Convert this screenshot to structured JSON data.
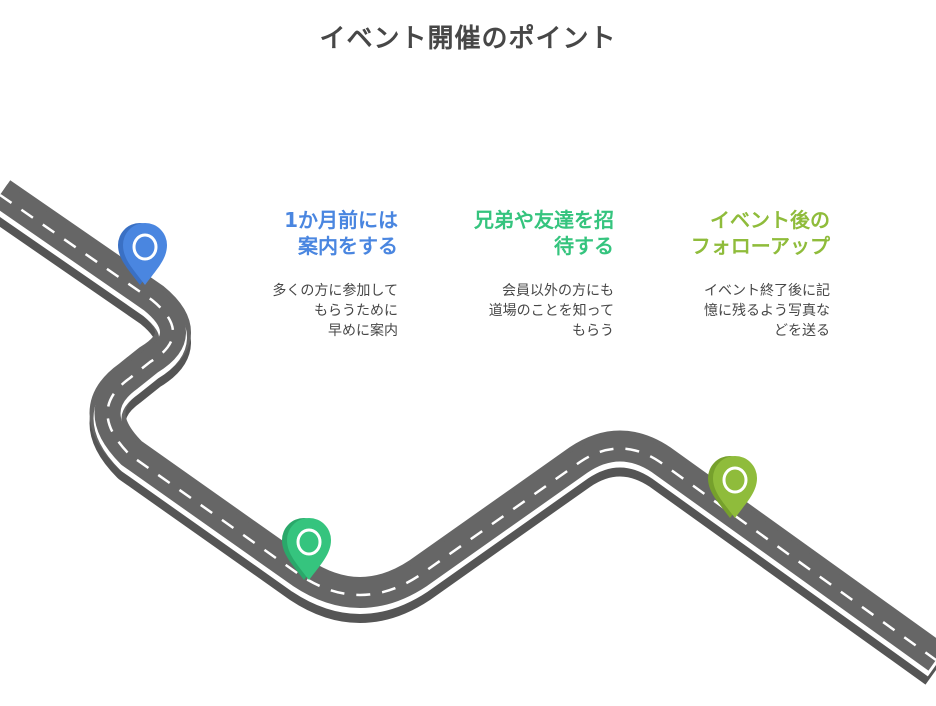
{
  "title": "イベント開催のポイント",
  "colors": {
    "road": "#666666",
    "road_edge": "#ffffff",
    "text": "#474747",
    "blue": "#4a86e0",
    "green": "#35c47e",
    "lime": "#8fbc3b"
  },
  "milestones": [
    {
      "heading": "1か月前には\n案内をする",
      "description": "多くの方に参加して\nもらうために\n早めに案内",
      "color": "blue",
      "icon": "location-pin-icon"
    },
    {
      "heading": "兄弟や友達を招\n待する",
      "description": "会員以外の方にも\n道場のことを知って\nもらう",
      "color": "green",
      "icon": "location-pin-icon"
    },
    {
      "heading": "イベント後の\nフォローアップ",
      "description": "イベント終了後に記\n憶に残るよう写真な\nどを送る",
      "color": "lime",
      "icon": "location-pin-icon"
    }
  ]
}
